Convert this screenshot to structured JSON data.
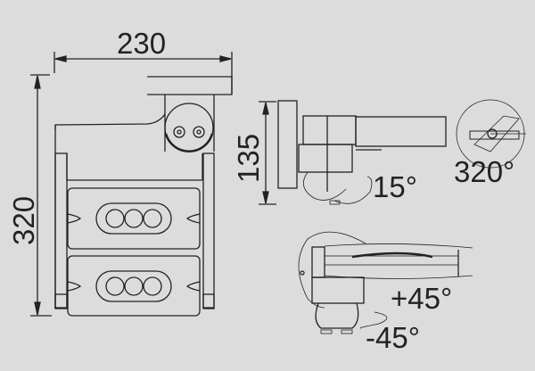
{
  "diagram": {
    "type": "technical-drawing",
    "background": "#dcdcdc",
    "line_color": "#222222",
    "views": {
      "front": {
        "width_dimension": "230",
        "height_dimension": "320",
        "led_modules": 2,
        "leds_per_module": 3
      },
      "side": {
        "height_dimension": "135",
        "tilt_angle": "15°",
        "rotation_angle": "320°"
      },
      "top": {
        "swivel_plus": "+45°",
        "swivel_minus": "-45°"
      }
    }
  }
}
